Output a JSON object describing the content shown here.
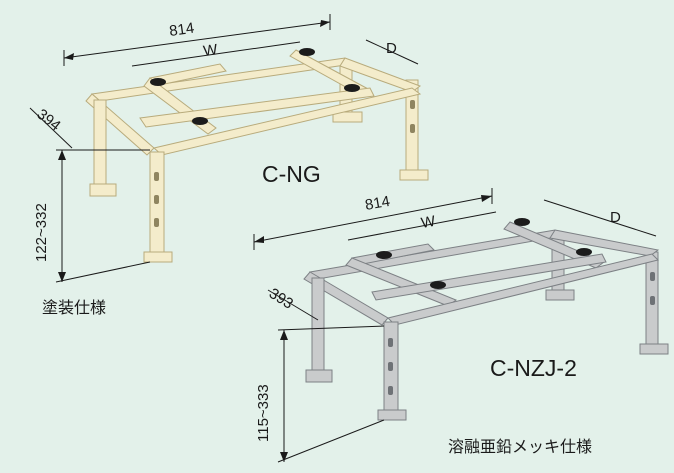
{
  "colors": {
    "background": "#e3f1ea",
    "cream_frame": "#f4eccb",
    "cream_edge": "#b8ab7c",
    "steel_frame": "#c9cbcc",
    "steel_edge": "#7d8185",
    "rubber_foot": "#1c1c1c",
    "dimension_line": "#1a1a1a"
  },
  "upper_stand": {
    "model": "C-NG",
    "finish": "塗装仕様",
    "dim_width": "814",
    "dim_w": "W",
    "dim_d": "D",
    "dim_depth": "394",
    "dim_height": "122~332"
  },
  "lower_stand": {
    "model": "C-NZJ-2",
    "finish": "溶融亜鉛メッキ仕様",
    "dim_width": "814",
    "dim_w": "W",
    "dim_d": "D",
    "dim_depth": "393",
    "dim_height": "115~333"
  }
}
